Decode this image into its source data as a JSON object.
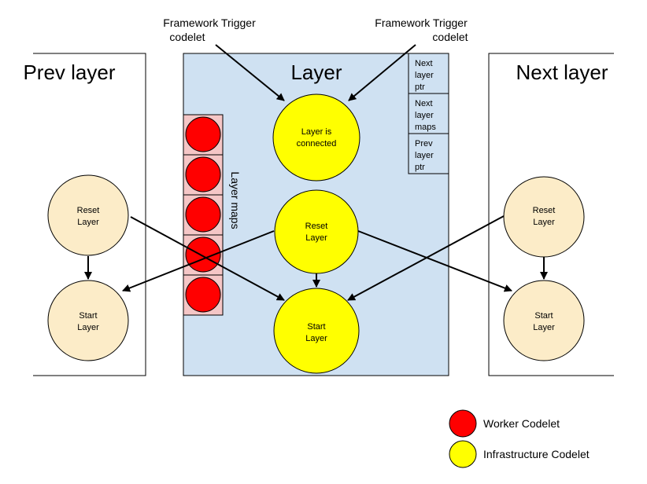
{
  "colors": {
    "layer_bg": "#cfe1f2",
    "worker": "#ff0000",
    "infrastructure": "#ffff00",
    "neighbor_node": "#fcecc8",
    "map_cell": "#f5c6c6"
  },
  "prev_layer": {
    "title": "Prev layer",
    "reset_node": [
      "Reset",
      "Layer"
    ],
    "start_node": [
      "Start",
      "Layer"
    ]
  },
  "layer": {
    "title": "Layer",
    "connected_node": [
      "Layer is",
      "connected"
    ],
    "reset_node": [
      "Reset",
      "Layer"
    ],
    "start_node": [
      "Start",
      "Layer"
    ],
    "maps_label": "Layer maps",
    "side_cells": [
      [
        "Next",
        "layer",
        "ptr"
      ],
      [
        "Next",
        "layer",
        "maps"
      ],
      [
        "Prev",
        "layer",
        "ptr"
      ]
    ]
  },
  "next_layer": {
    "title": "Next layer",
    "reset_node": [
      "Reset",
      "Layer"
    ],
    "start_node": [
      "Start",
      "Layer"
    ]
  },
  "triggers": [
    [
      "Framework Trigger",
      "codelet"
    ],
    [
      "Framework Trigger",
      "codelet"
    ]
  ],
  "legend": {
    "worker": "Worker Codelet",
    "infrastructure": "Infrastructure Codelet"
  }
}
